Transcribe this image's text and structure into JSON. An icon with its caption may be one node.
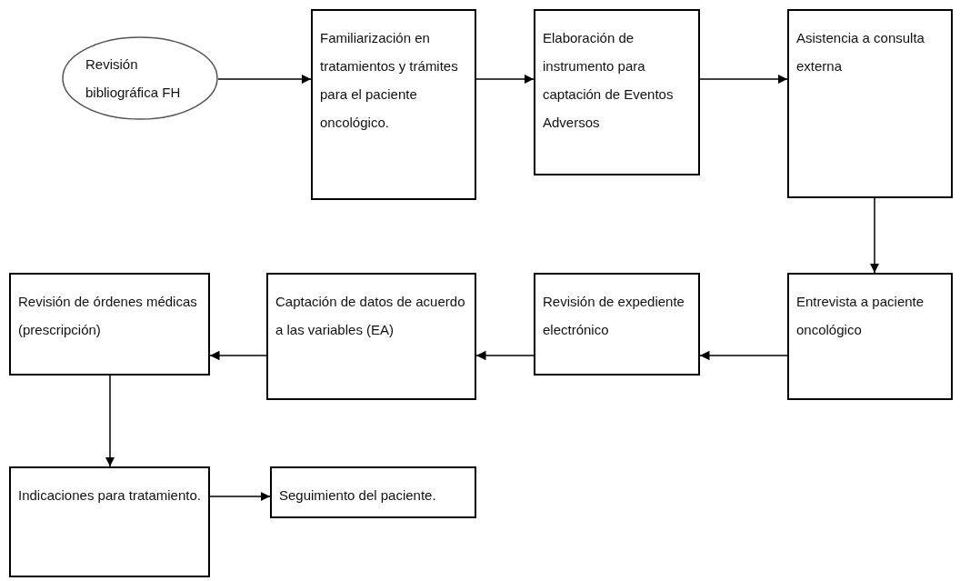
{
  "diagram": {
    "nodes": [
      {
        "text": [
          "Revisión bibliográfica FH"
        ]
      },
      {
        "text": [
          "Familiarización en tratamientos y trámites para el paciente oncológico."
        ]
      },
      {
        "text": [
          "Elaboración de instrumento para captación de Eventos Adversos"
        ]
      },
      {
        "text": [
          "Asistencia a consulta externa"
        ]
      },
      {
        "text": [
          "Entrevista a paciente oncológico"
        ]
      },
      {
        "text": [
          "Revisión de expediente electrónico"
        ]
      },
      {
        "text": [
          "Captación de datos de acuerdo a las variables (EA)"
        ]
      },
      {
        "text": [
          "Revisión de órdenes médicas (prescripción)"
        ]
      },
      {
        "text": [
          "Indicaciones para tratamiento."
        ]
      },
      {
        "text": [
          "Seguimiento del paciente."
        ]
      }
    ],
    "edges": [
      {
        "from": 0,
        "to": 1,
        "arrow": "to"
      },
      {
        "from": 1,
        "to": 2,
        "arrow": "to"
      },
      {
        "from": 2,
        "to": 3,
        "arrow": "to"
      },
      {
        "from": 3,
        "to": 4,
        "arrow": "to"
      },
      {
        "from": 4,
        "to": 5,
        "arrow": "to"
      },
      {
        "from": 5,
        "to": 6,
        "arrow": "to"
      },
      {
        "from": 6,
        "to": 7,
        "arrow": "to"
      },
      {
        "from": 7,
        "to": 8,
        "arrow": "to"
      },
      {
        "from": 8,
        "to": 9,
        "arrow": "to"
      }
    ]
  }
}
